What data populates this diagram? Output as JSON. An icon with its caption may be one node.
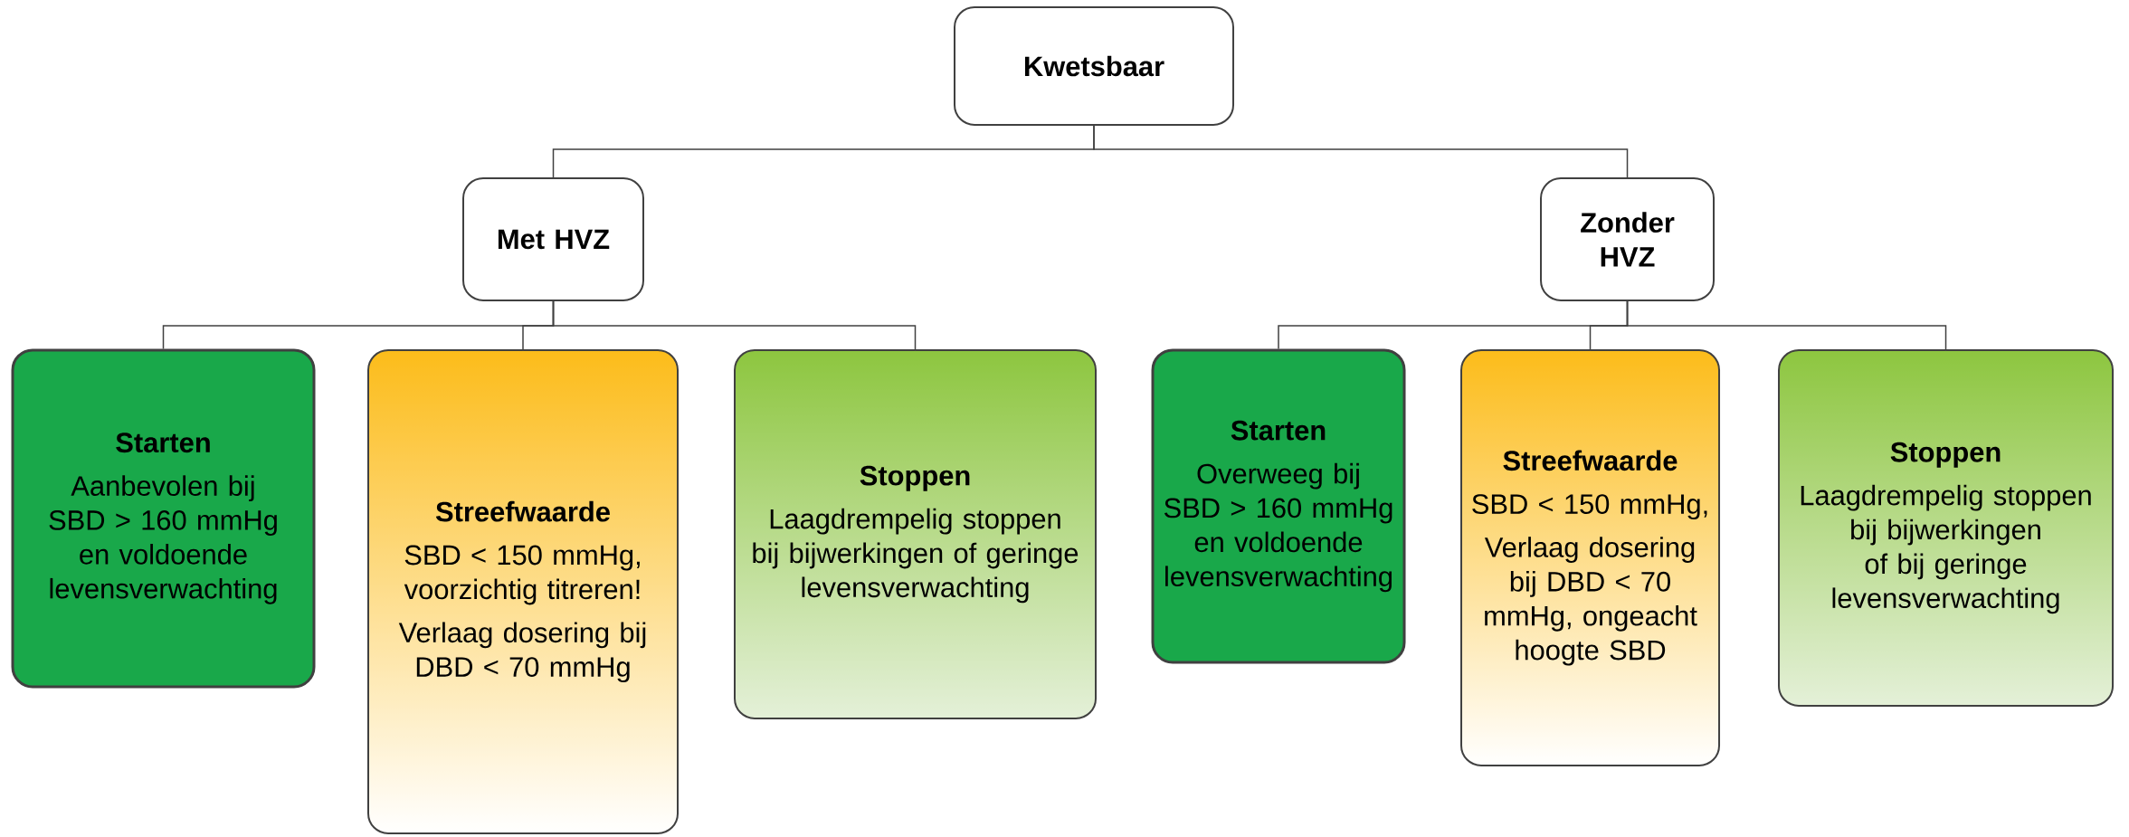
{
  "diagram": {
    "nodes": [
      {
        "text": [
          "Kwetsbaar"
        ]
      },
      {
        "text": [
          "Met HVZ"
        ]
      },
      {
        "text": [
          "Zonder HVZ"
        ]
      },
      {
        "text": [
          "Starten",
          "Aanbevolen bij SBD > 160 mmHg en voldoende levensverwachting"
        ]
      },
      {
        "text": [
          "Streefwaarde",
          "SBD < 150 mmHg, voorzichtig titreren!",
          "Verlaag dosering bij DBD < 70 mmHg"
        ]
      },
      {
        "text": [
          "Stoppen",
          "Laagdrempelig stoppen bij bijwerkingen of geringe levensverwachting"
        ]
      },
      {
        "text": [
          "Starten",
          "Overweeg bij SBD > 160 mmHg en voldoende levensverwachting"
        ]
      },
      {
        "text": [
          "Streefwaarde",
          "SBD < 150 mmHg,",
          "Verlaag dosering bij DBD < 70 mmHg, ongeacht hoogte SBD"
        ]
      },
      {
        "text": [
          "Stoppen",
          "Laagdrempelig stoppen bij bijwerkingen of bij geringe levensverwachting"
        ]
      }
    ],
    "edges": [
      {
        "from": 0,
        "to": 1,
        "arrow": "none"
      },
      {
        "from": 0,
        "to": 2,
        "arrow": "none"
      },
      {
        "from": 1,
        "to": 3,
        "arrow": "none"
      },
      {
        "from": 1,
        "to": 4,
        "arrow": "none"
      },
      {
        "from": 1,
        "to": 5,
        "arrow": "none"
      },
      {
        "from": 2,
        "to": 6,
        "arrow": "none"
      },
      {
        "from": 2,
        "to": 7,
        "arrow": "none"
      },
      {
        "from": 2,
        "to": 8,
        "arrow": "none"
      }
    ]
  }
}
